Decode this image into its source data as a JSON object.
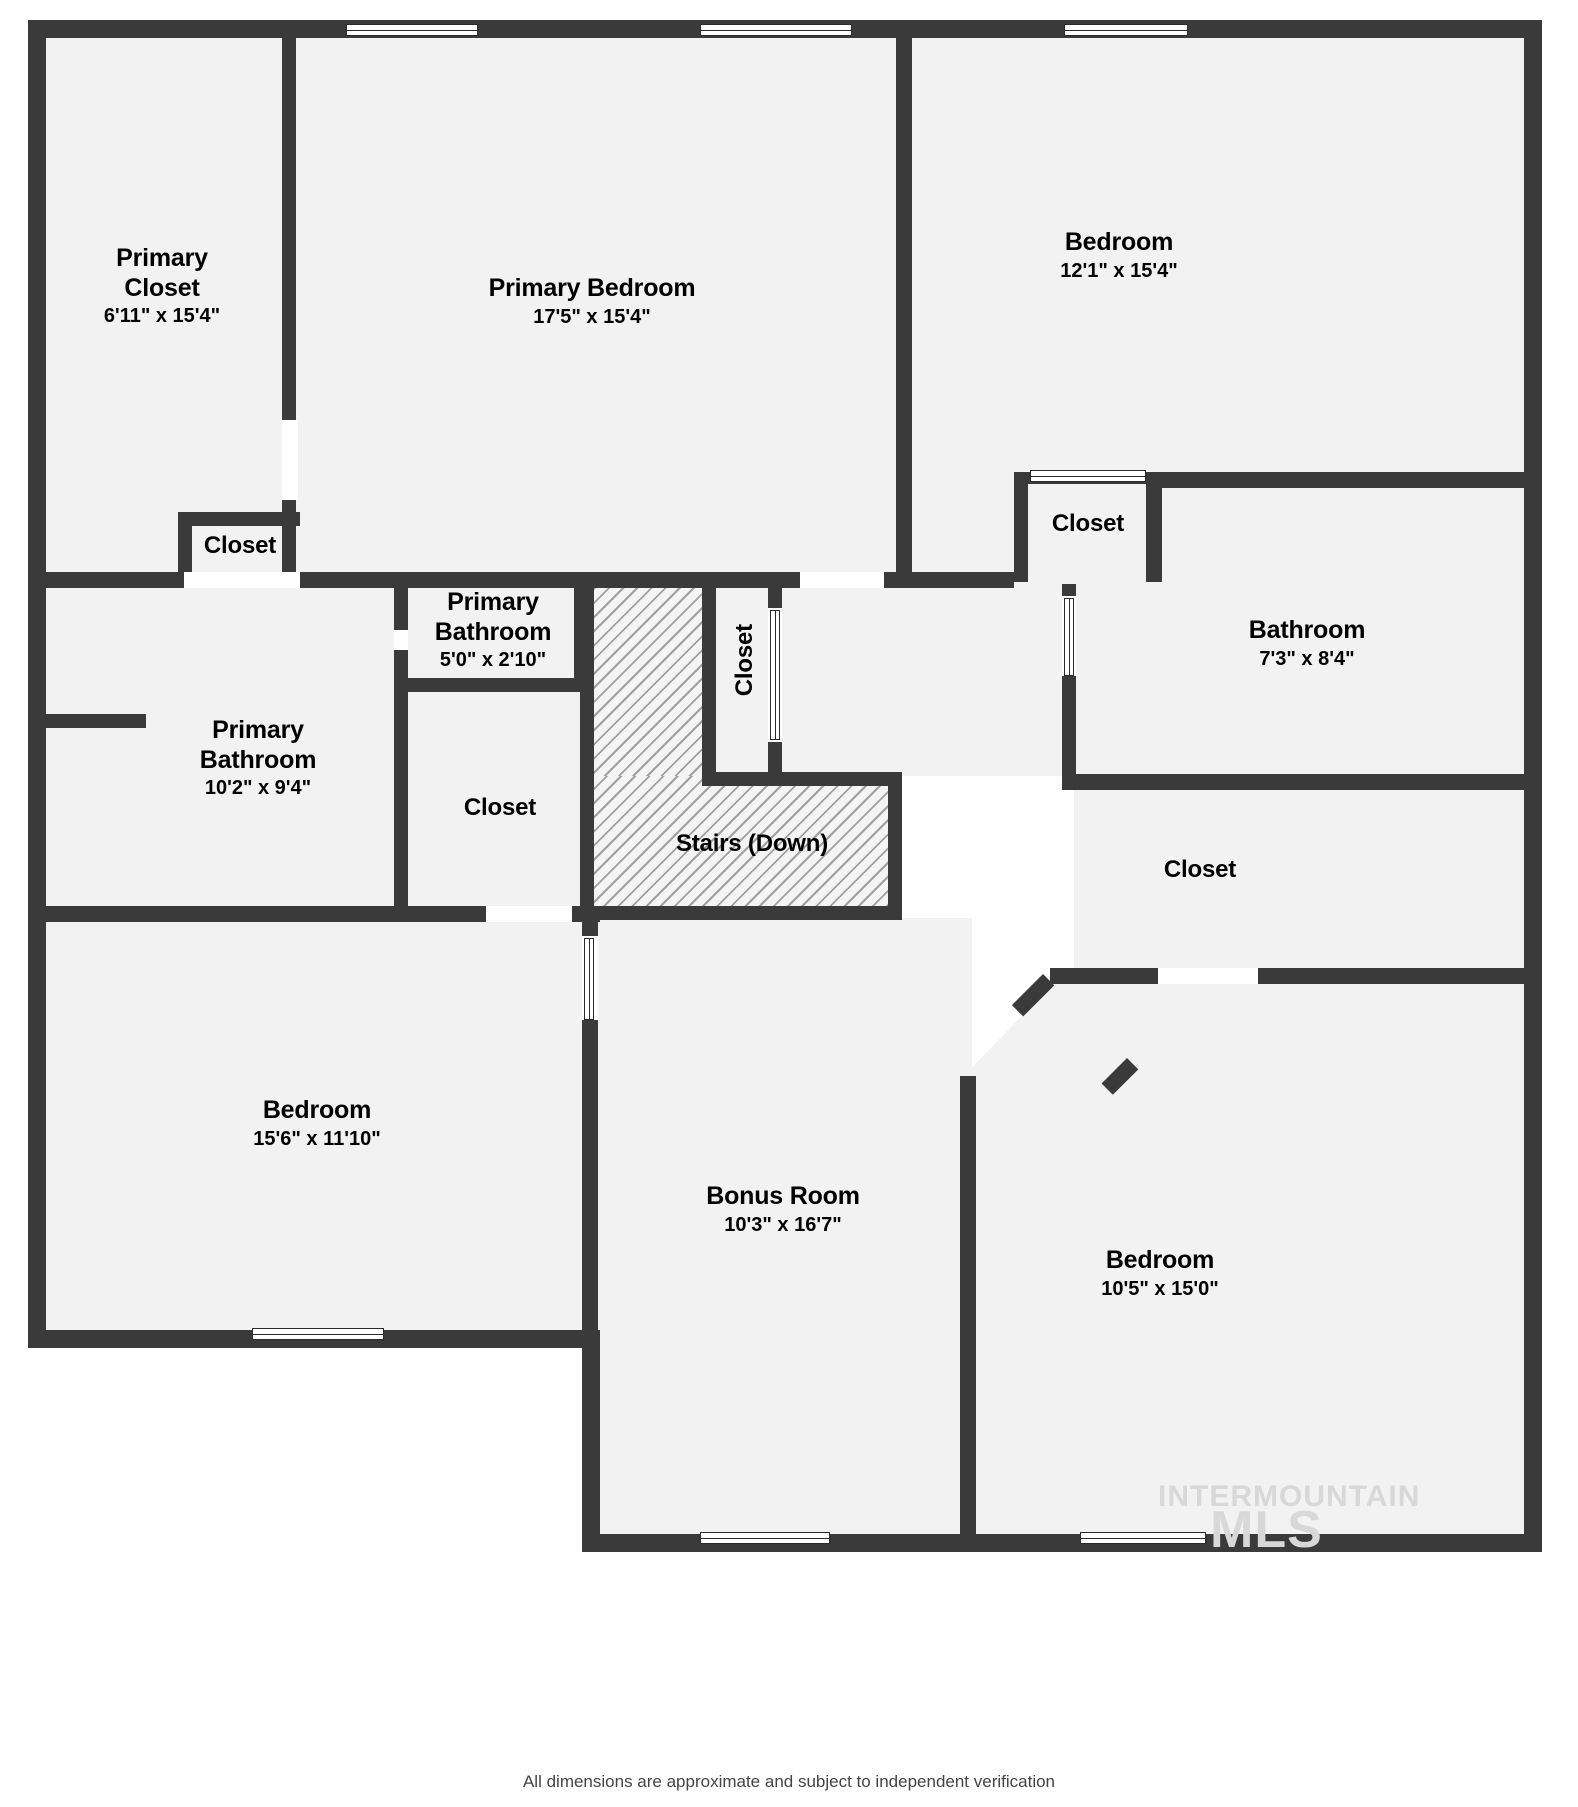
{
  "document": {
    "type": "floor-plan",
    "footer_note": "All dimensions are approximate and subject to independent verification",
    "watermark_line1": "INTERMOUNTAIN",
    "watermark_line2": "MLS",
    "colors": {
      "wall": "#3a3a3a",
      "room_fill": "#f2f2f2",
      "background": "#ffffff",
      "text": "#000000",
      "watermark": "#d8d8d8",
      "stairs_hatch": "#5a5a5a"
    }
  },
  "rooms": [
    {
      "id": "primary-closet",
      "name": "Primary\nCloset",
      "dimensions": "6'11\" x 15'4\""
    },
    {
      "id": "primary-bedroom",
      "name": "Primary Bedroom",
      "dimensions": "17'5\" x 15'4\""
    },
    {
      "id": "bedroom-top-right",
      "name": "Bedroom",
      "dimensions": "12'1\" x 15'4\""
    },
    {
      "id": "closet-top-left",
      "name": "Closet",
      "dimensions": ""
    },
    {
      "id": "closet-top-right",
      "name": "Closet",
      "dimensions": ""
    },
    {
      "id": "primary-bathroom-small",
      "name": "Primary\nBathroom",
      "dimensions": "5'0\" x 2'10\""
    },
    {
      "id": "primary-bathroom-large",
      "name": "Primary\nBathroom",
      "dimensions": "10'2\" x 9'4\""
    },
    {
      "id": "closet-mid-left",
      "name": "Closet",
      "dimensions": ""
    },
    {
      "id": "closet-mid-stairs",
      "name": "Closet",
      "dimensions": ""
    },
    {
      "id": "bathroom-right",
      "name": "Bathroom",
      "dimensions": "7'3\" x 8'4\""
    },
    {
      "id": "closet-right",
      "name": "Closet",
      "dimensions": ""
    },
    {
      "id": "stairs",
      "name": "Stairs (Down)",
      "dimensions": ""
    },
    {
      "id": "bedroom-bottom-left",
      "name": "Bedroom",
      "dimensions": "15'6\" x 11'10\""
    },
    {
      "id": "bonus-room",
      "name": "Bonus Room",
      "dimensions": "10'3\" x 16'7\""
    },
    {
      "id": "bedroom-bottom-right",
      "name": "Bedroom",
      "dimensions": "10'5\" x 15'0\""
    }
  ]
}
